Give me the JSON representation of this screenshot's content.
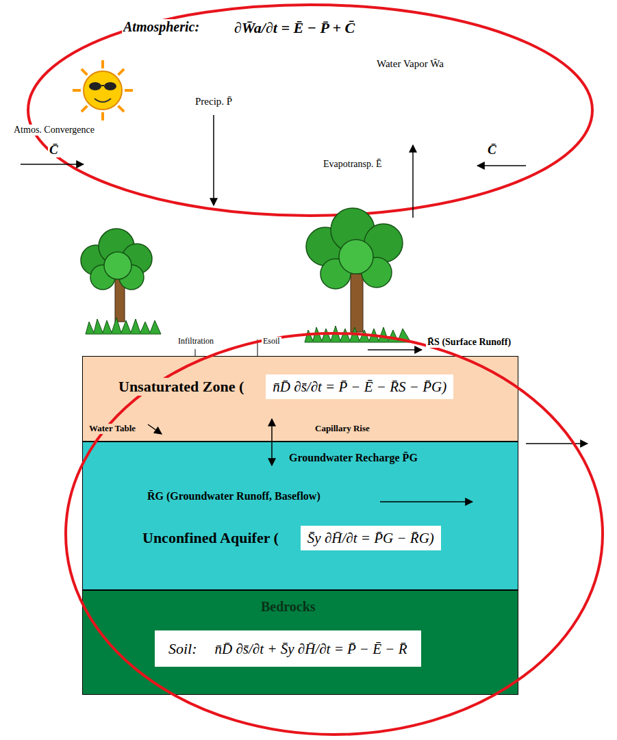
{
  "diagram": {
    "nodes": [
      {
        "text": [
          "Atmospheric:",
          "∂W̄a/∂t = Ē − P̄ + C̄",
          "Precip. P̄",
          "Water Vapor W̄a",
          "Atmos. Convergence",
          "C̄",
          "Evapotransp. Ē",
          "C̄"
        ]
      },
      {
        "text": [
          "Unsaturated Zone (",
          "n̄D̄ ∂s̄/∂t = P̄ − Ē − R̄S − P̄G)"
        ]
      },
      {
        "text": [
          "Unconfined Aquifer (",
          "S̄y ∂H̄/∂t = P̄G − R̄G)"
        ]
      },
      {
        "text": [
          "Bedrocks",
          "Soil:",
          "n̄D̄ ∂s̄/∂t + S̄y ∂H̄/∂t = P̄ − Ē − R̄"
        ]
      }
    ],
    "labels": [
      "Infiltration",
      "Esoil",
      "R̄S (Surface Runoff)",
      "Water Table",
      "Capillary Rise",
      "Groundwater Recharge P̄G",
      "R̄G (Groundwater Runoff, Baseflow)"
    ]
  }
}
